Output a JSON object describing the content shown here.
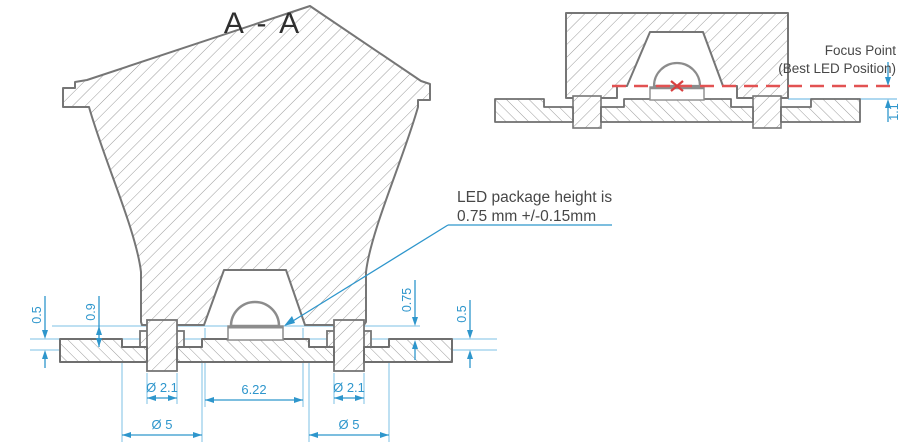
{
  "drawing": {
    "title": "A - A",
    "annotation": {
      "line1": "LED package height is",
      "line2": "0.75 mm +/-0.15mm"
    },
    "focus_point": {
      "line1": "Focus Point",
      "line2": "(Best LED Position)"
    },
    "dimensions": {
      "pcb_step_left": "0.5",
      "led_clearance": "0.9",
      "package_height": "0.75",
      "pcb_step_right": "0.5",
      "peg_diameter_left": "Ø 2.1",
      "cavity_width": "6.22",
      "peg_diameter_right": "Ø 2.1",
      "boss_diameter_left": "Ø 5",
      "boss_diameter_right": "Ø 5",
      "focus_height": "1.1"
    },
    "colors": {
      "dimension_blue": "#2e96cc",
      "construction_blue": "#7ec1e6",
      "focus_red": "#e25252",
      "outline_gray": "#767676",
      "text_dark": "#474747"
    }
  }
}
